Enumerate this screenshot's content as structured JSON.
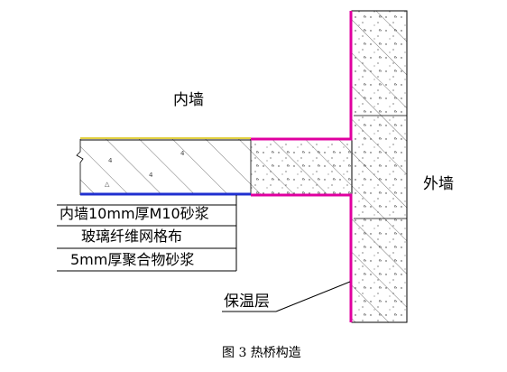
{
  "labels": {
    "inner_wall": "内墙",
    "outer_wall": "外墙",
    "insulation": "保温层",
    "layer_1": "内墙10mm厚M10砂浆",
    "layer_2": "玻璃纤维网格布",
    "layer_3": "5mm厚聚合物砂浆",
    "caption": "图 3  热桥构造"
  },
  "colors": {
    "insulation_line": "#e000a0",
    "inner_mortar_line": "#1f2fd0",
    "surface_line": "#d8c000",
    "hatch": "#555555",
    "outline": "#000000"
  }
}
